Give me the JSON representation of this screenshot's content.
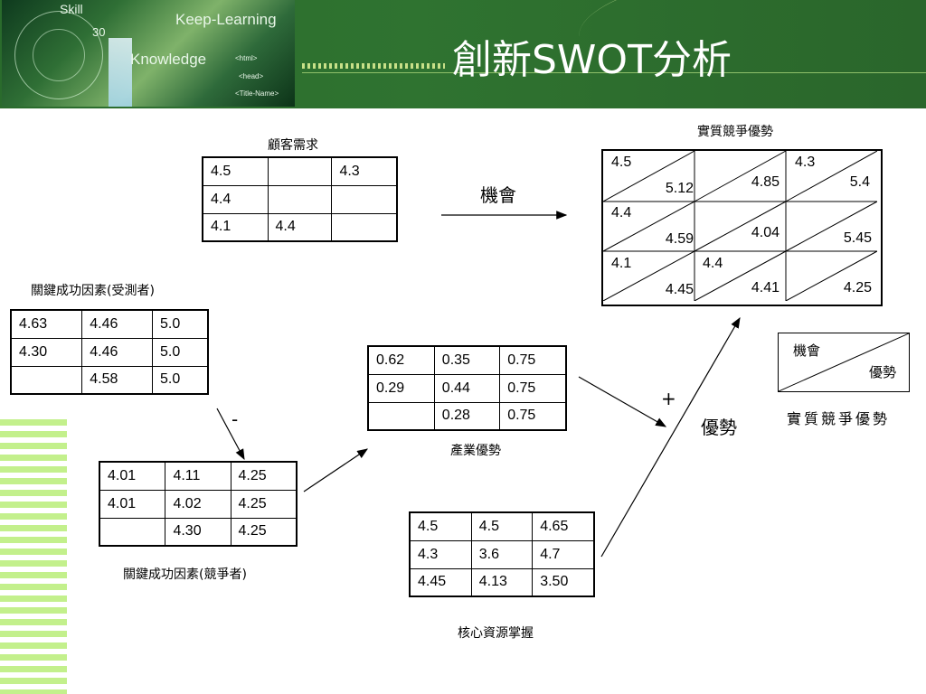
{
  "header": {
    "title": "創新SWOT分析",
    "logo_text": [
      "Skill",
      "Keep-Learning",
      "30",
      "Knowledge",
      "<html>",
      "<head>",
      "<Title-Name>"
    ]
  },
  "labels": {
    "customer_demand": "顧客需求",
    "opportunity": "機會",
    "actual_competitive_advantage": "實質競爭優勢",
    "ksf_tested": "關鍵成功因素(受測者)",
    "minus": "-",
    "plus": "+",
    "advantage": "優勢",
    "industry_advantage": "產業優勢",
    "ksf_competitor": "關鍵成功因素(競爭者)",
    "core_resources": "核心資源掌握"
  },
  "tables": {
    "customer_demand": [
      [
        "4.5",
        "",
        "4.3"
      ],
      [
        "4.4",
        "",
        ""
      ],
      [
        "4.1",
        "4.4",
        ""
      ]
    ],
    "ksf_tested": [
      [
        "4.63",
        "4.46",
        "5.0"
      ],
      [
        "4.30",
        "4.46",
        "5.0"
      ],
      [
        "",
        "4.58",
        "5.0"
      ]
    ],
    "industry_advantage": [
      [
        "0.62",
        "0.35",
        "0.75"
      ],
      [
        "0.29",
        "0.44",
        "0.75"
      ],
      [
        "",
        "0.28",
        "0.75"
      ]
    ],
    "ksf_competitor": [
      [
        "4.01",
        "4.11",
        "4.25"
      ],
      [
        "4.01",
        "4.02",
        "4.25"
      ],
      [
        "",
        "4.30",
        "4.25"
      ]
    ],
    "core_resources": [
      [
        "4.5",
        "4.5",
        "4.65"
      ],
      [
        "4.3",
        "3.6",
        "4.7"
      ],
      [
        "4.45",
        "4.13",
        "3.50"
      ]
    ]
  },
  "advantage_grid": [
    [
      {
        "top": "4.5",
        "bottom": "5.12"
      },
      {
        "top": "",
        "bottom": "4.85"
      },
      {
        "top": "4.3",
        "bottom": "5.4"
      }
    ],
    [
      {
        "top": "4.4",
        "bottom": "4.59"
      },
      {
        "top": "",
        "bottom": "4.04"
      },
      {
        "top": "",
        "bottom": "5.45"
      }
    ],
    [
      {
        "top": "4.1",
        "bottom": "4.45"
      },
      {
        "top": "4.4",
        "bottom": "4.41"
      },
      {
        "top": "",
        "bottom": "4.25"
      }
    ]
  ],
  "legend": {
    "top": "機會",
    "bottom": "優勢",
    "caption": "實質競爭優勢"
  },
  "colors": {
    "header_green": "#2d6a2e",
    "stripe_green": "#c3f08c",
    "title_white": "#ffffff"
  }
}
